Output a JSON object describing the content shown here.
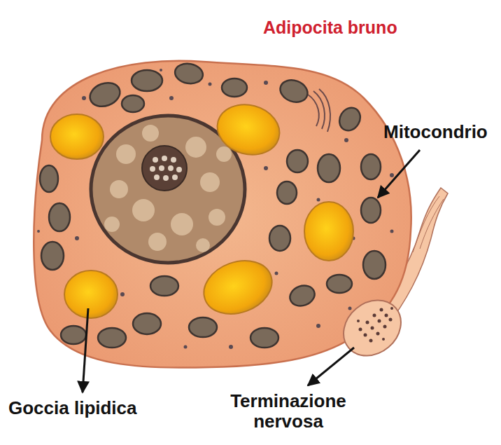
{
  "diagram": {
    "title": "Adipocita bruno",
    "labels": [
      "Mitocondrio",
      "Goccia lipidica",
      "Terminazione nervosa"
    ]
  }
}
